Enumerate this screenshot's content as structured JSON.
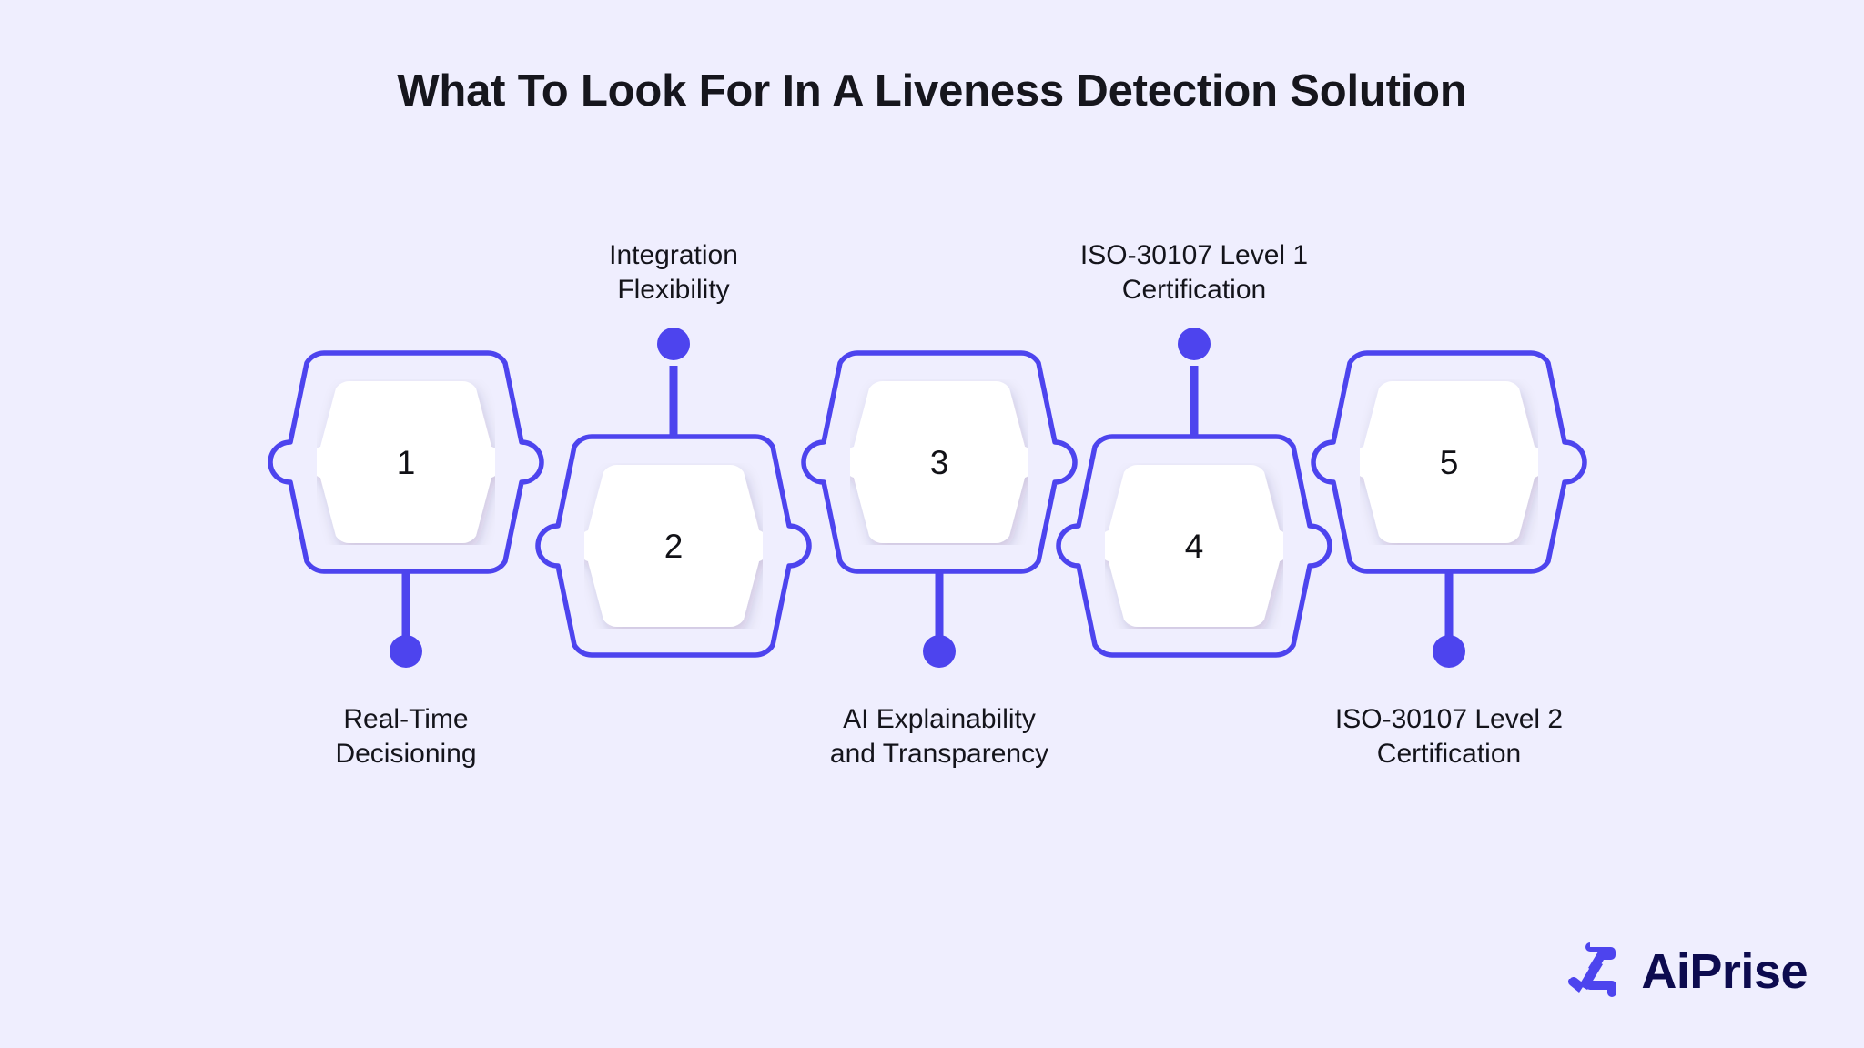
{
  "page": {
    "title": "What To Look For In A Liveness Detection Solution",
    "background_color": "#efeefe",
    "accent_color": "#4d44ee",
    "text_color": "#14141b",
    "logo_text_color": "#0d0b4f"
  },
  "steps": [
    {
      "number": "1",
      "label": "Real-Time\nDecisioning",
      "label_position": "below",
      "label_line1": "Real-Time",
      "label_line2": "Decisioning"
    },
    {
      "number": "2",
      "label": "Integration\nFlexibility",
      "label_position": "above",
      "label_line1": "Integration",
      "label_line2": "Flexibility"
    },
    {
      "number": "3",
      "label": "AI Explainability\nand Transparency",
      "label_position": "below",
      "label_line1": "AI Explainability",
      "label_line2": "and Transparency"
    },
    {
      "number": "4",
      "label": "ISO-30107 Level 1\nCertification",
      "label_position": "above",
      "label_line1": "ISO-30107 Level 1",
      "label_line2": "Certification"
    },
    {
      "number": "5",
      "label": "ISO-30107 Level 2\nCertification",
      "label_position": "below",
      "label_line1": "ISO-30107 Level 2",
      "label_line2": "Certification"
    }
  ],
  "logo": {
    "wordmark": "AiPrise",
    "mark_name": "aiprise-logo-mark"
  }
}
